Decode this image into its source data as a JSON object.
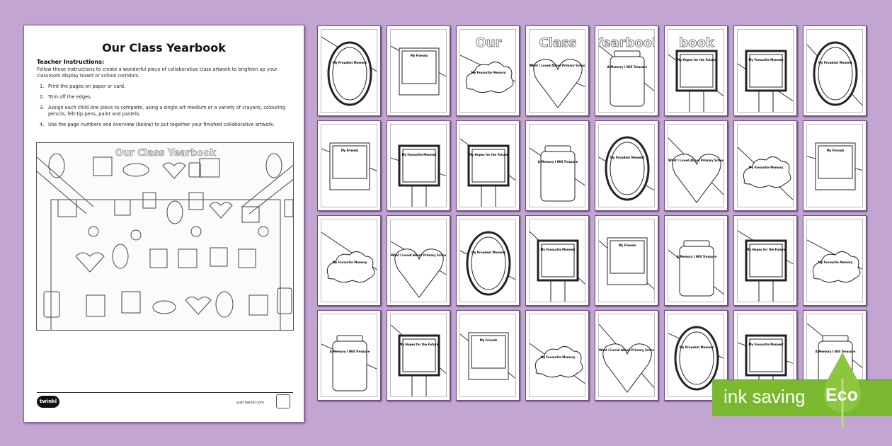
{
  "instructions_page": {
    "title": "Our Class Yearbook",
    "heading": "Teacher Instructions:",
    "intro": "Follow these instructions to create a wonderful piece of collaborative class artwork to brighten up your classroom display board or school corridors.",
    "steps": [
      {
        "n": "1.",
        "text": "Print the pages on paper or card."
      },
      {
        "n": "2.",
        "text": "Trim off the edges."
      },
      {
        "n": "3.",
        "text": "Assign each child one piece to complete, using a single art medium or a variety of crayons, colouring pencils, felt-tip pens, paint and pastels."
      },
      {
        "n": "4.",
        "text": "Use the page numbers and overview (below) to put together your finished collaborative artwork."
      }
    ],
    "overview_title": "Our Class Yearbook",
    "logo": "twinkl",
    "visit": "visit twinkl.com"
  },
  "thumbnails": [
    {
      "shape": "mirror",
      "label": "My Proudest Moment"
    },
    {
      "shape": "frame",
      "label": "My Friends"
    },
    {
      "shape": "cloud",
      "label": "My Favourite Memory",
      "word": "Our"
    },
    {
      "shape": "heart",
      "label": "What I Loved About Primary School",
      "word": "Class"
    },
    {
      "shape": "jar",
      "label": "A Memory I Will Treasure",
      "word": "Yearbook"
    },
    {
      "shape": "board",
      "label": "My Hopes for the Future",
      "word": "book"
    },
    {
      "shape": "board",
      "label": "My Favourite Moment"
    },
    {
      "shape": "mirror",
      "label": "My Proudest Moment"
    },
    {
      "shape": "frame",
      "label": "My Friends"
    },
    {
      "shape": "board",
      "label": "My Favourite Moment"
    },
    {
      "shape": "board",
      "label": "My Hopes for the Future"
    },
    {
      "shape": "jar",
      "label": "A Memory I Will Treasure"
    },
    {
      "shape": "mirror",
      "label": "My Proudest Moment"
    },
    {
      "shape": "heart",
      "label": "What I Loved About Primary School"
    },
    {
      "shape": "cloud",
      "label": "My Favourite Memory"
    },
    {
      "shape": "frame",
      "label": "My Friends"
    },
    {
      "shape": "cloud",
      "label": "My Favourite Memory"
    },
    {
      "shape": "heart",
      "label": "What I Loved About Primary School"
    },
    {
      "shape": "mirror",
      "label": "My Proudest Moment"
    },
    {
      "shape": "board",
      "label": "My Favourite Moment"
    },
    {
      "shape": "frame",
      "label": "My Friends"
    },
    {
      "shape": "jar",
      "label": "A Memory I Will Treasure"
    },
    {
      "shape": "board",
      "label": "My Hopes for the Future"
    },
    {
      "shape": "cloud",
      "label": "My Favourite Memory"
    },
    {
      "shape": "jar",
      "label": "A Memory I Will Treasure"
    },
    {
      "shape": "board",
      "label": "My Hopes for the Future"
    },
    {
      "shape": "frame",
      "label": "My Friends"
    },
    {
      "shape": "cloud",
      "label": "My Favourite Memory"
    },
    {
      "shape": "heart",
      "label": "What I Loved About Primary School"
    },
    {
      "shape": "mirror",
      "label": "My Proudest Moment"
    },
    {
      "shape": "board",
      "label": "My Favourite Moment"
    },
    {
      "shape": "jar",
      "label": "A Memory I Will Treasure"
    }
  ],
  "eco_badge": {
    "text": "ink saving",
    "label": "Eco",
    "color": "#7ab82f"
  },
  "colors": {
    "background": "#c3a5d2"
  }
}
